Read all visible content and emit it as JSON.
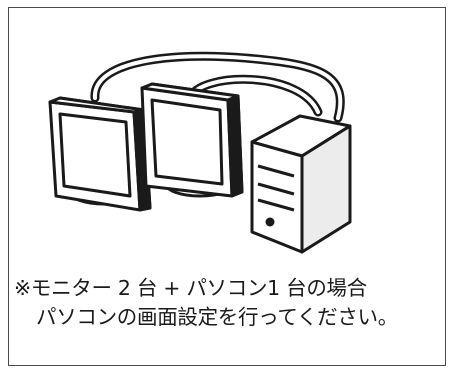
{
  "note": {
    "line1": "※モニター 2 台 + パソコン1 台の場合",
    "line2": "パソコンの画面設定を行ってください。"
  },
  "illustration": {
    "monitor_count": 2,
    "pc_count": 1,
    "monitor_icon": "monitor-icon",
    "pc_icon": "desktop-tower-icon",
    "cable_icon": "cable-icon"
  },
  "colors": {
    "stroke": "#1a1a1a",
    "border": "#4a4a4a",
    "background": "#ffffff"
  }
}
